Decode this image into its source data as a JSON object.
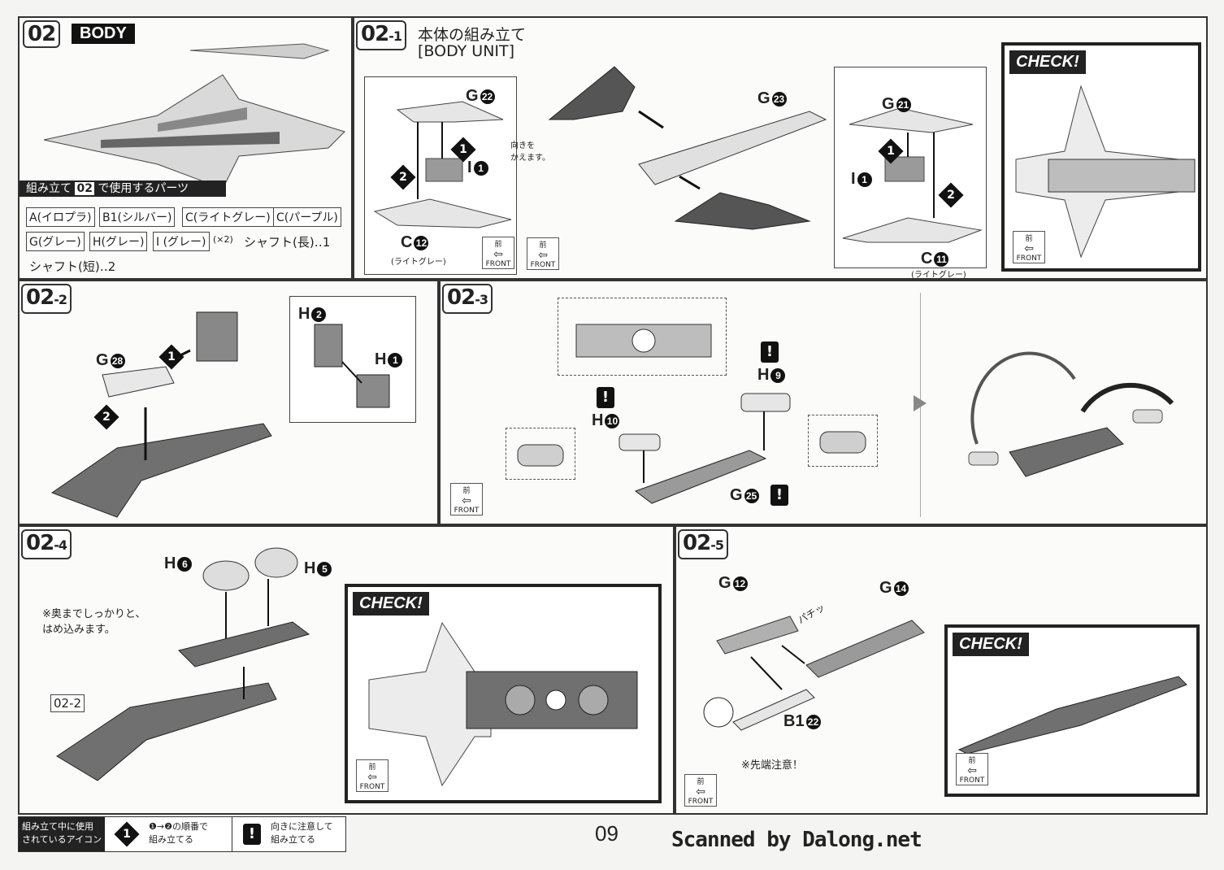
{
  "header": {
    "step": "02",
    "title": "BODY",
    "parts_label_prefix": "組み立て",
    "parts_label_step": "02",
    "parts_label_suffix": "で使用するパーツ",
    "parts": [
      "A(イロプラ)",
      "B1(シルバー)",
      "C(ライトグレー)",
      "C(パープル)",
      "G(グレー)",
      "H(グレー)",
      "I (グレー)"
    ],
    "parts_mult": "(×2)",
    "shaft_long": "シャフト(長)‥1",
    "shaft_short": "シャフト(短)‥2"
  },
  "step_02_1": {
    "step_main": "02",
    "step_sub": "-1",
    "title_jp": "本体の組み立て",
    "title_en": "[BODY UNIT]",
    "labels": {
      "g22": "G",
      "g22n": "22",
      "i1": "I",
      "i1n": "1",
      "c12": "C",
      "c12n": "12",
      "c12sub": "(ライトグレー)",
      "g23": "G",
      "g23n": "23",
      "g21": "G",
      "g21n": "21",
      "i1b": "I",
      "i1bn": "1",
      "c11": "C",
      "c11n": "11",
      "c11sub": "(ライトグレー)"
    },
    "note": "向きを\nかえます。",
    "check": "CHECK!"
  },
  "step_02_2": {
    "step_main": "02",
    "step_sub": "-2",
    "g28": "G",
    "g28n": "28",
    "h2": "H",
    "h2n": "2",
    "h1": "H",
    "h1n": "1"
  },
  "step_02_3": {
    "step_main": "02",
    "step_sub": "-3",
    "h10": "H",
    "h10n": "10",
    "h9": "H",
    "h9n": "9",
    "g25": "G",
    "g25n": "25"
  },
  "step_02_4": {
    "step_main": "02",
    "step_sub": "-4",
    "h6": "H",
    "h6n": "6",
    "h5": "H",
    "h5n": "5",
    "note": "※奥までしっかりと、\nはめ込みます。",
    "ref": "02-2",
    "check": "CHECK!"
  },
  "step_02_5": {
    "step_main": "02",
    "step_sub": "-5",
    "g12": "G",
    "g12n": "12",
    "g14": "G",
    "g14n": "14",
    "b122": "B1",
    "b122n": "22",
    "pachi": "パチッ",
    "note": "※先端注意！",
    "check": "CHECK!"
  },
  "front": {
    "kanji": "前",
    "label": "FRONT"
  },
  "footer": {
    "legend_title": "組み立て中に使用\nされているアイコン",
    "legend_order": "❶→❷の順番で\n組み立てる",
    "legend_order_num": "1",
    "legend_caution": "向きに注意して\n組み立てる",
    "page_number": "09",
    "scanned": "Scanned by Dalong.net"
  },
  "step_numbers": {
    "one": "1",
    "two": "2"
  },
  "exclaim": "!"
}
